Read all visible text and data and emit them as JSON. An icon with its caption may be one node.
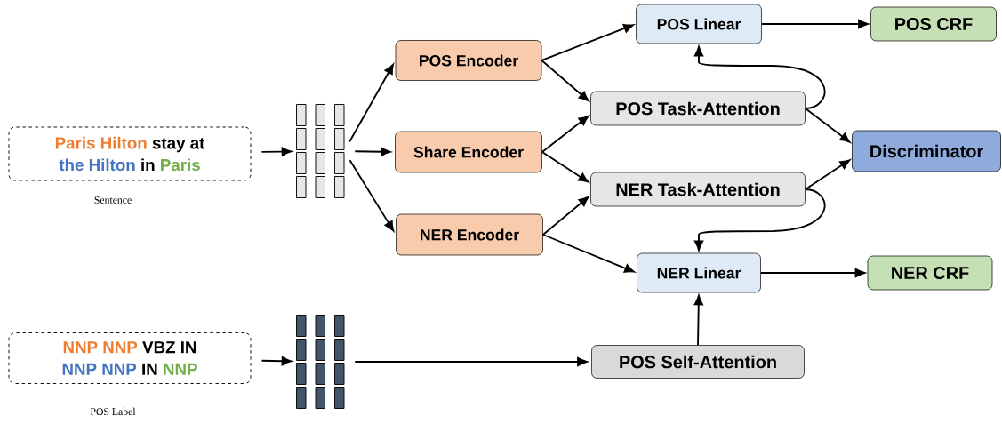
{
  "diagram": {
    "nodes": [
      {
        "text": [
          "Paris Hilton",
          "stay at",
          "the Hilton",
          "in",
          "Paris"
        ],
        "beside": [
          "Sentence"
        ]
      },
      {
        "text": [],
        "shape": "picture"
      },
      {
        "text": [
          "POS Encoder"
        ]
      },
      {
        "text": [
          "Share Encoder"
        ]
      },
      {
        "text": [
          "NER Encoder"
        ]
      },
      {
        "text": [
          "POS Linear"
        ]
      },
      {
        "text": [
          "POS CRF"
        ]
      },
      {
        "text": [
          "POS Task-Attention"
        ]
      },
      {
        "text": [
          "Discriminator"
        ]
      },
      {
        "text": [
          "NER Task-Attention"
        ]
      },
      {
        "text": [
          "NER Linear"
        ]
      },
      {
        "text": [
          "NER CRF"
        ]
      },
      {
        "text": [
          "NNP NNP",
          "VBZ IN",
          "NNP NNP",
          "IN",
          "NNP"
        ],
        "beside": [
          "POS Label"
        ]
      },
      {
        "text": [],
        "shape": "picture"
      },
      {
        "text": [
          "POS Self-Attention"
        ]
      }
    ],
    "edges": [
      {
        "from": 0,
        "to": 1,
        "arrow": "to"
      },
      {
        "from": 1,
        "to": 2,
        "arrow": "to"
      },
      {
        "from": 1,
        "to": 3,
        "arrow": "to"
      },
      {
        "from": 1,
        "to": 4,
        "arrow": "to"
      },
      {
        "from": 2,
        "to": 5,
        "arrow": "to"
      },
      {
        "from": 2,
        "to": 7,
        "arrow": "to"
      },
      {
        "from": 3,
        "to": 7,
        "arrow": "to"
      },
      {
        "from": 3,
        "to": 9,
        "arrow": "to"
      },
      {
        "from": 4,
        "to": 9,
        "arrow": "to"
      },
      {
        "from": 4,
        "to": 10,
        "arrow": "to"
      },
      {
        "from": 5,
        "to": 6,
        "arrow": "to"
      },
      {
        "from": 7,
        "to": 5,
        "arrow": "to"
      },
      {
        "from": 7,
        "to": 8,
        "arrow": "to"
      },
      {
        "from": 9,
        "to": 8,
        "arrow": "to"
      },
      {
        "from": 9,
        "to": 10,
        "arrow": "to"
      },
      {
        "from": 10,
        "to": 11,
        "arrow": "to"
      },
      {
        "from": 12,
        "to": 13,
        "arrow": "to"
      },
      {
        "from": 13,
        "to": 14,
        "arrow": "to"
      },
      {
        "from": 14,
        "to": 10,
        "arrow": "to"
      }
    ]
  }
}
